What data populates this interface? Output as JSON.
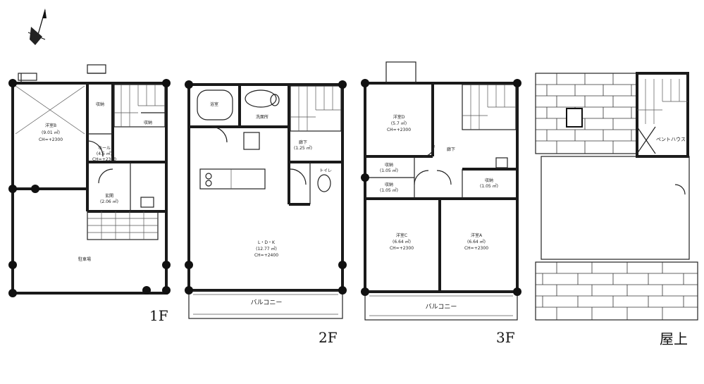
{
  "floor_labels": {
    "first": "1F",
    "second": "2F",
    "third": "3F",
    "roof": "屋上"
  },
  "rooms_1f": {
    "western_b": "洋室B",
    "western_b_size": "(9.01 ㎡)",
    "western_b_ch": "CH=+2300",
    "closet_a": "収納",
    "closet_b": "収納",
    "hall": "ホール",
    "hall_size": "(4.5 ㎡)",
    "hall_ch": "CH=+2300",
    "entrance": "玄関",
    "entrance_size": "(2.06 ㎡)",
    "parking": "駐車場"
  },
  "rooms_2f": {
    "washroom": "洗面所",
    "bath": "浴室",
    "hall": "廊下",
    "hall_size": "(1.25 ㎡)",
    "toilet": "トイレ",
    "ldk": "L・D・K",
    "ldk_size": "(12.77 ㎡)",
    "ldk_ch": "CH=+2400",
    "balcony": "バルコニー"
  },
  "rooms_3f": {
    "western_d": "洋室D",
    "western_d_size": "(5.7 ㎡)",
    "western_d_ch": "CH=+2300",
    "hall": "廊下",
    "closet_1": "収納",
    "closet_1_size": "(1.05 ㎡)",
    "closet_2": "収納",
    "closet_2_size": "(1.05 ㎡)",
    "closet_3": "収納",
    "closet_3_size": "(1.05 ㎡)",
    "western_c": "洋室C",
    "western_c_size": "(6.64 ㎡)",
    "western_c_ch": "CH=+2300",
    "western_a": "洋室A",
    "western_a_size": "(6.64 ㎡)",
    "western_a_ch": "CH=+2300",
    "balcony": "バルコニー"
  },
  "rooms_roof": {
    "penthouse": "ペントハウス"
  }
}
